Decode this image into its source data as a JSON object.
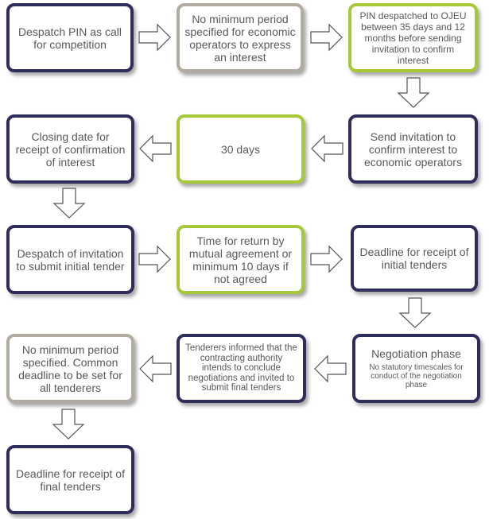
{
  "colors": {
    "navy": "#2e2d5c",
    "grey": "#b2ab9f",
    "green": "#a6c93a",
    "text": "#595959",
    "arrow_stroke": "#555555"
  },
  "steps": {
    "despatch_pin": "Despatch PIN  as call for competition",
    "no_min_period_express": "No minimum period specified for economic operators to express an interest",
    "pin_despatched_ojeu": "PIN  despatched to OJEU between 35 days and 12 months before sending invitation to confirm interest",
    "send_invitation": "Send invitation  to confirm interest to economic operators",
    "thirty_days": "30 days",
    "closing_date": "Closing date for receipt of confirmation of interest",
    "despatch_invitation_tender": "Despatch of invitation to submit initial tender",
    "time_for_return": "Time for return by mutual agreement or minimum 10 days if not agreed",
    "deadline_initial": "Deadline for receipt of initial tenders",
    "negotiation_title": "Negotiation  phase",
    "negotiation_note": "No statutory timescales for conduct of the negotiation phase",
    "tenderers_informed": "Tenderers informed that the contracting authority intends to conclude negotiations and invited to submit final tenders",
    "no_min_common_deadline": "No minimum period specified. Common deadline to be set for all tenderers",
    "deadline_final": "Deadline for receipt of final tenders"
  }
}
